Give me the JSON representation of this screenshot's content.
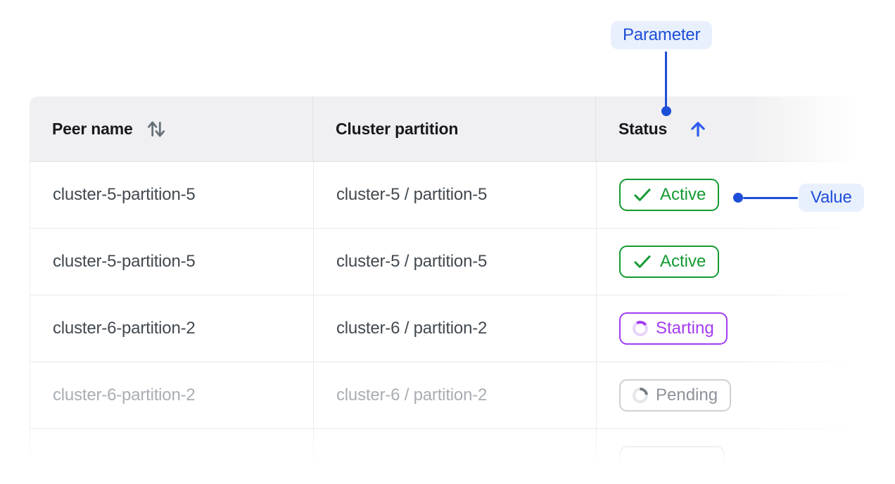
{
  "colors": {
    "accent_blue": "#1d4ed8",
    "annotation_pill_bg": "#e9f0fd",
    "active_green": "#149a32",
    "starting_purple": "#a43cf2",
    "pending_gray": "#8d939b",
    "header_bg": "#f0f0f2"
  },
  "annotations": {
    "parameter": "Parameter",
    "value": "Value"
  },
  "table": {
    "columns": [
      {
        "label": "Peer name",
        "sort": "both"
      },
      {
        "label": "Cluster partition",
        "sort": "none"
      },
      {
        "label": "Status",
        "sort": "asc"
      }
    ],
    "rows": [
      {
        "peer_name": "cluster-5-partition-5",
        "cluster_partition": "cluster-5 / partition-5",
        "status": "Active",
        "variant": "active",
        "faded": false
      },
      {
        "peer_name": "cluster-5-partition-5",
        "cluster_partition": "cluster-5 / partition-5",
        "status": "Active",
        "variant": "active",
        "faded": false
      },
      {
        "peer_name": "cluster-6-partition-2",
        "cluster_partition": "cluster-6 / partition-2",
        "status": "Starting",
        "variant": "starting",
        "faded": false
      },
      {
        "peer_name": "cluster-6-partition-2",
        "cluster_partition": "cluster-6 / partition-2",
        "status": "Pending",
        "variant": "pending",
        "faded": true
      },
      {
        "peer_name": "",
        "cluster_partition": "",
        "status": "",
        "variant": "ghost",
        "faded": true
      }
    ]
  }
}
